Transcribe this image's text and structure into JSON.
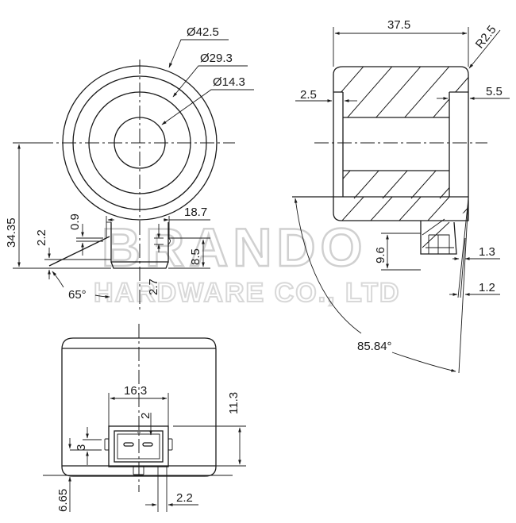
{
  "drawing": {
    "title": "Solenoid coil dimensional drawing",
    "units": "mm",
    "stroke_color": "#1a1a1a",
    "background": "#ffffff"
  },
  "front_view": {
    "dim_outer_diameter": "Ø42.5",
    "dim_mid_diameter": "Ø29.3",
    "dim_bore_diameter": "Ø14.3",
    "dim_center_height": "34.35",
    "dim_terminal_width": "18.7",
    "dim_terminal_height": "8.5",
    "dim_gap": "0.9",
    "dim_offset": "2.2",
    "dim_angle": "65°",
    "dim_pin": "2.7"
  },
  "side_view": {
    "dim_length": "37.5",
    "dim_radius": "R2.5",
    "dim_left_step": "2.5",
    "dim_right_step": "5.5",
    "dim_terminal_height": "9.6",
    "dim_clip_1": "1.3",
    "dim_clip_2": "1.2",
    "dim_angle": "85.84°"
  },
  "bottom_view": {
    "dim_connector_width": "16.3",
    "dim_connector_height": "11.3",
    "dim_pin_offset": "2",
    "dim_slot": "3",
    "dim_base": "6.65",
    "dim_clip": "2.2"
  },
  "watermark": {
    "line1": "BRANDO",
    "line2": "HARDWARE CO., LTD"
  }
}
